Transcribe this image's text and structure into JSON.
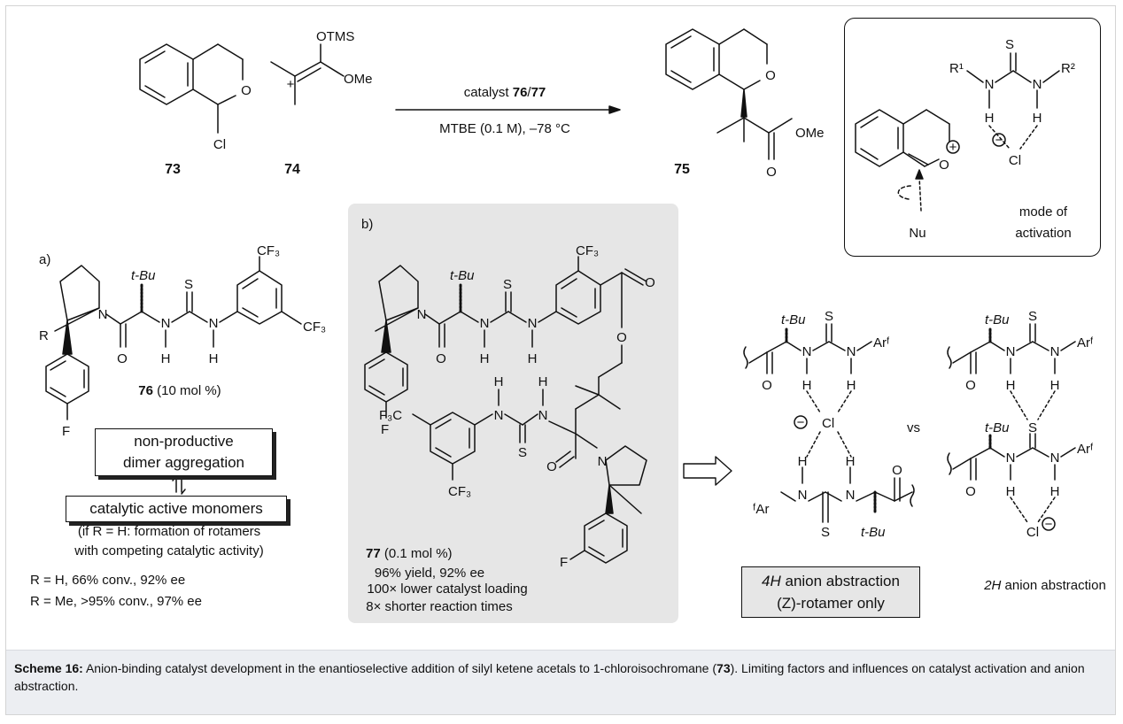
{
  "scheme": {
    "reaction": {
      "reagent_tms": "OTMS",
      "reagent_ome": "OMe",
      "plus": "+",
      "conditions_top": "catalyst 76/77",
      "conditions_bottom": "MTBE (0.1 M), –78 °C",
      "product_ome": "OMe",
      "substrate_cl": "Cl",
      "compound_73": "73",
      "compound_74": "74",
      "compound_75": "75"
    },
    "inset": {
      "label": "mode of activation",
      "label_line1": "mode of",
      "label_line2": "activation",
      "nucleophile": "Nu",
      "r1": "R¹",
      "r2": "R²",
      "chloride": "Cl"
    },
    "panel_a": {
      "tag": "a)",
      "tbu": "t-Bu",
      "cf3_top": "CF₃",
      "cf3_right": "CF₃",
      "r_group": "R",
      "fluoro": "F",
      "catalyst_label": "76 (10 mol %)",
      "catalyst_num": "76",
      "catalyst_loading": "(10 mol %)",
      "dimer_box_line1": "non-productive",
      "dimer_box_line2": "dimer aggregation",
      "monomer_box": "catalytic active monomers",
      "note_line1": "(if R = H: formation of rotamers",
      "note_line2": "with competing catalytic activity)",
      "result_h": "R = H, 66% conv., 92% ee",
      "result_me": "R = Me, >95% conv., 97% ee"
    },
    "panel_b": {
      "tag": "b)",
      "tbu": "t-Bu",
      "cf3_top": "CF₃",
      "f3c_left": "F₃C",
      "cf3_bottom": "CF₃",
      "fluoro_top": "F",
      "fluoro_bottom": "F",
      "catalyst_num": "77",
      "catalyst_loading": "(0.1 mol %)",
      "yield_line": "96% yield, 92% ee",
      "benefit_1": "100× lower catalyst loading",
      "benefit_2": "8× shorter reaction times"
    },
    "abstraction": {
      "tbu": "t-Bu",
      "arf": "Arᶠ",
      "arf_left": "ᶠAr",
      "chloride": "Cl",
      "vs": "vs",
      "box_4h_line1": "4H anion abstraction",
      "box_4h_line2": "(Z)-rotamer only",
      "label_2h": "2H anion abstraction"
    },
    "caption": {
      "prefix": "Scheme 16:",
      "text_1": " Anion-binding catalyst development in the enantioselective addition of silyl ketene acetals to 1-chloroisochromane (",
      "compound": "73",
      "text_2": "). Limiting factors and influences on catalyst activation and anion abstraction."
    }
  }
}
